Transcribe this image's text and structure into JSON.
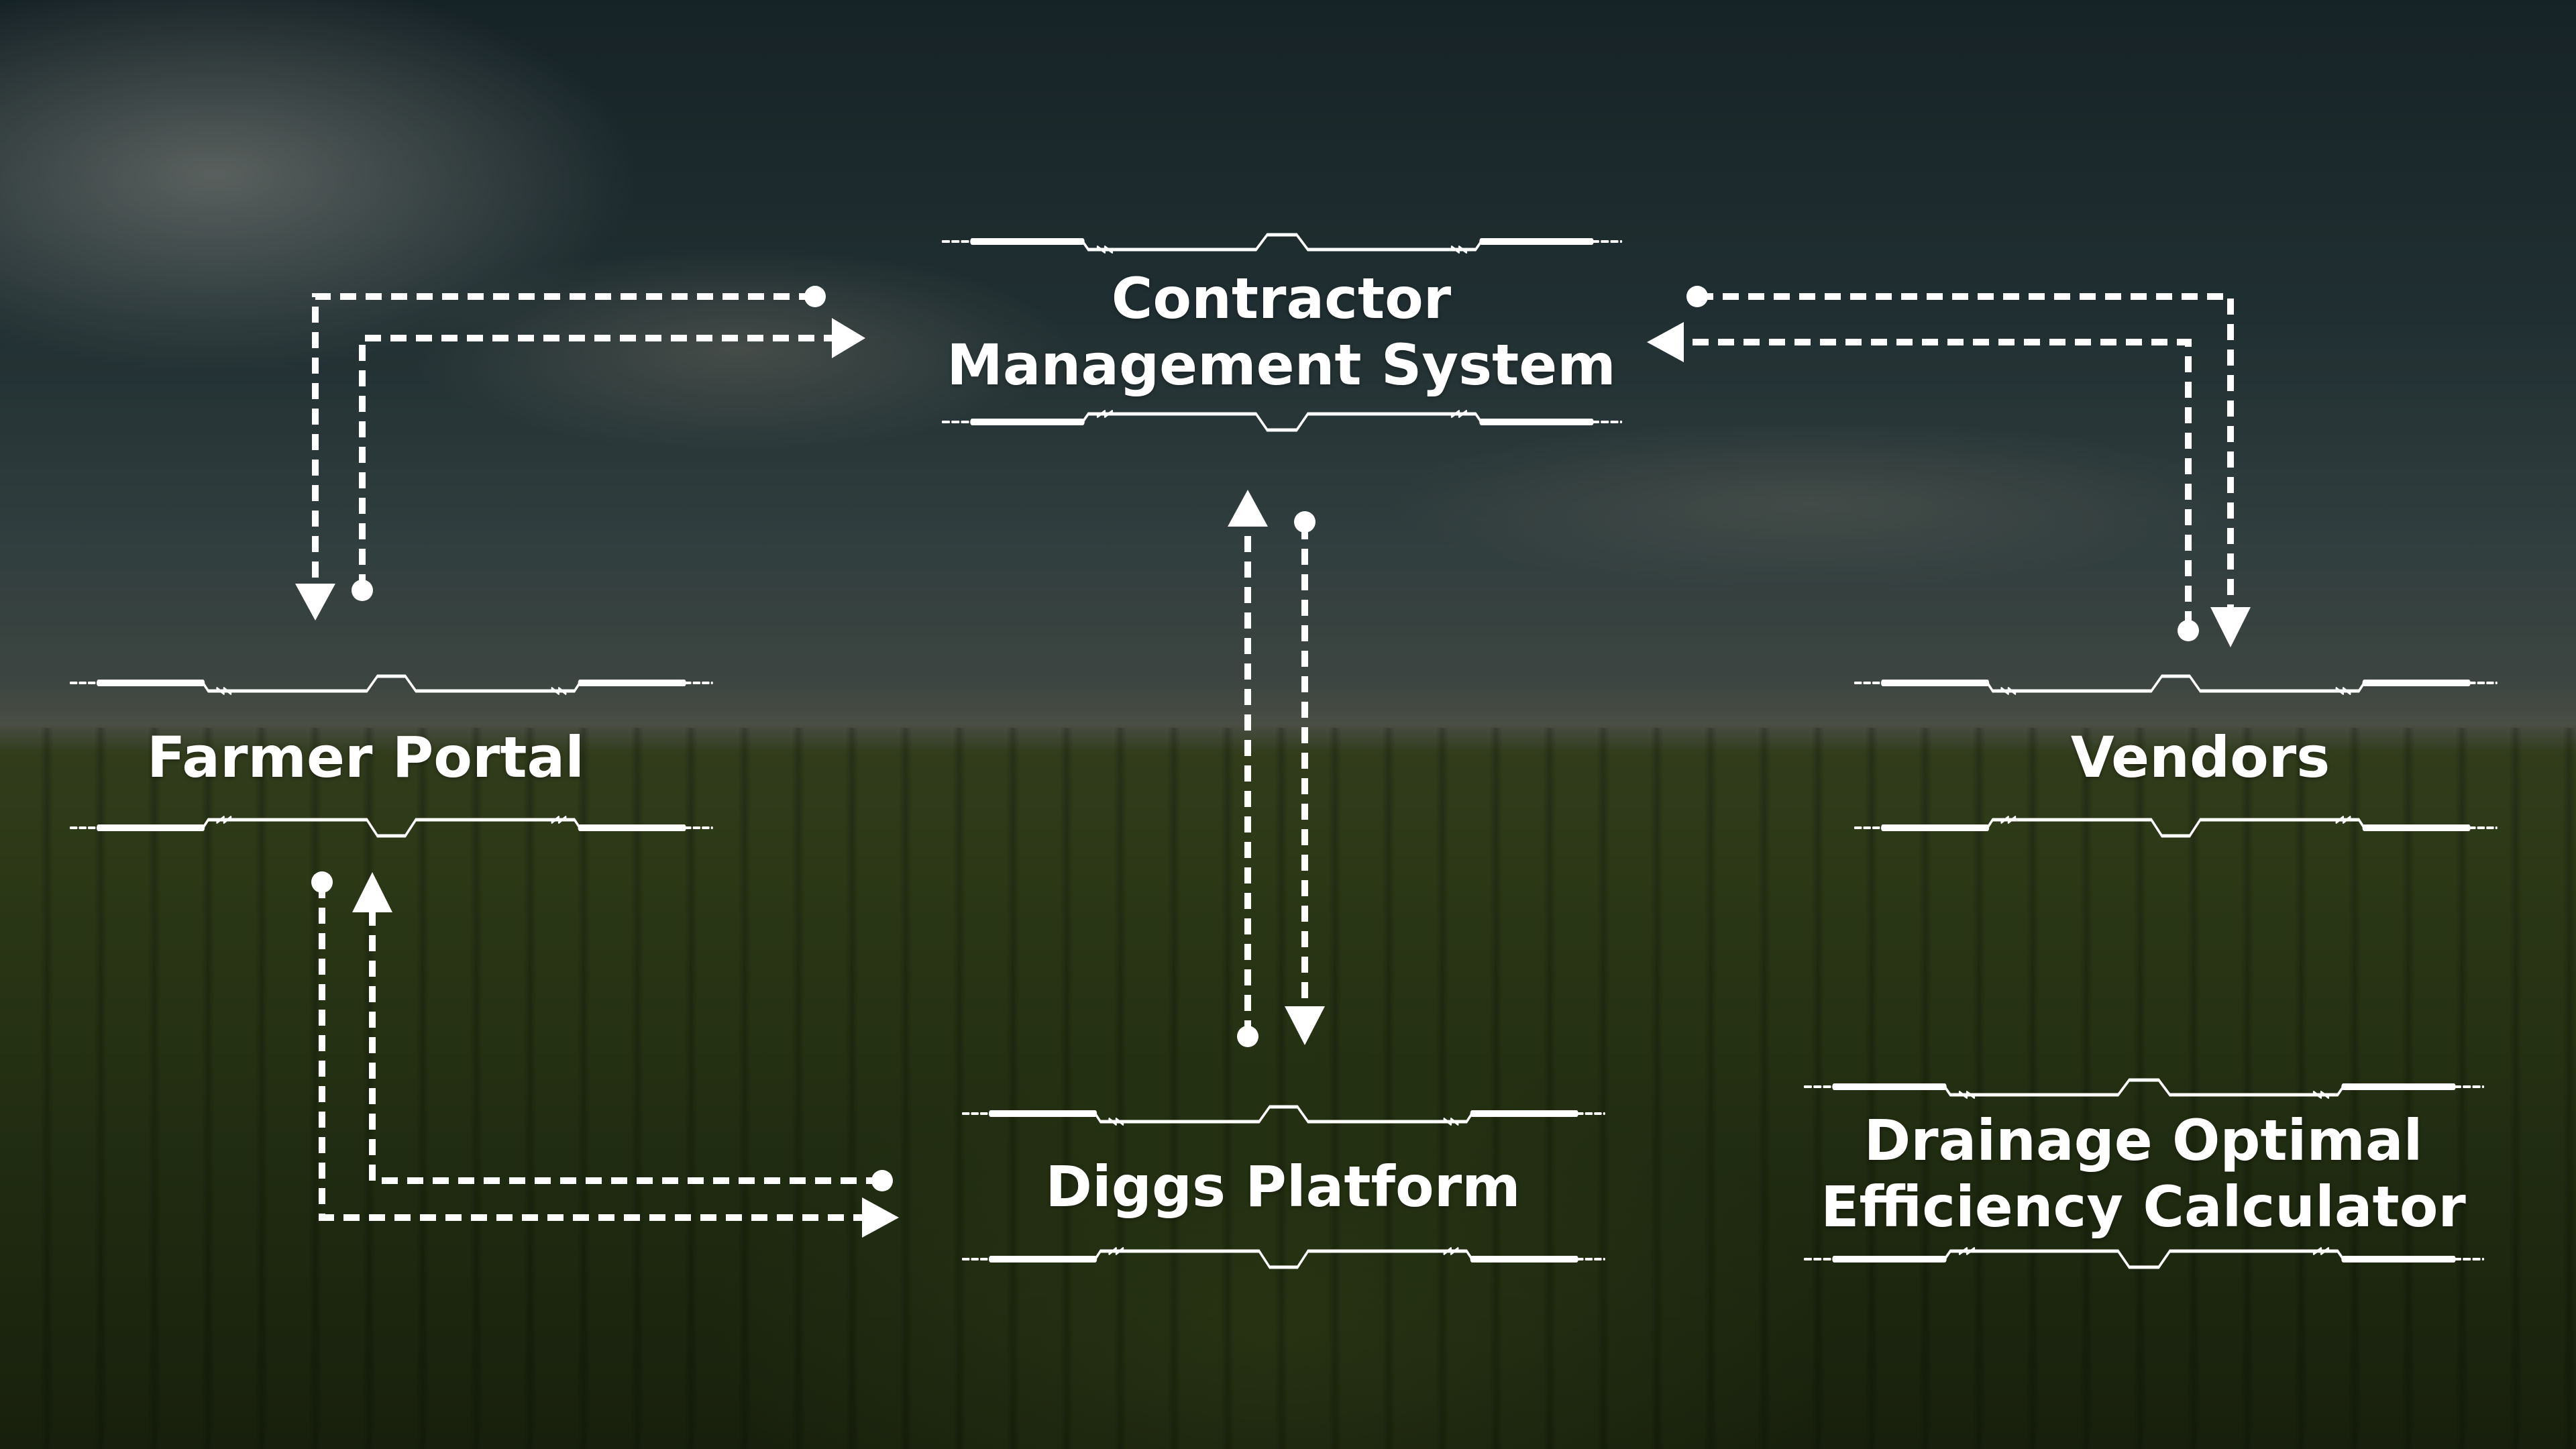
{
  "nodes": {
    "contractor": {
      "line1": "Contractor",
      "line2": "Management System"
    },
    "farmer": {
      "label": "Farmer Portal"
    },
    "vendors": {
      "label": "Vendors"
    },
    "diggs": {
      "label": "Diggs Platform"
    },
    "drainage": {
      "line1": "Drainage Optimal",
      "line2": "Efficiency Calculator"
    }
  },
  "colors": {
    "frame": "#ffffff",
    "connector": "#ffffff",
    "text": "#ffffff"
  }
}
